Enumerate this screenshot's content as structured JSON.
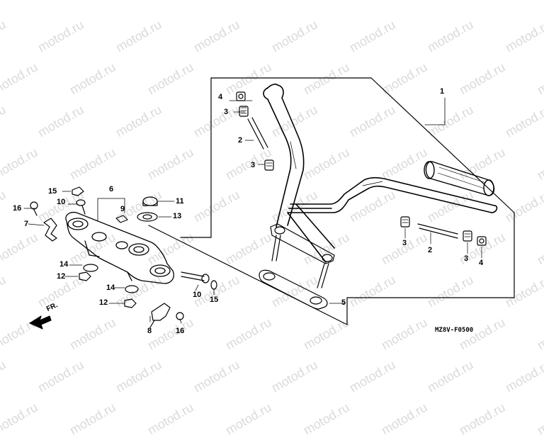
{
  "watermark": "motod.ru",
  "diagram_code": "MZ8V-F0500",
  "front_marker": "FR.",
  "callouts": {
    "c1": "1",
    "c2a": "2",
    "c2b": "2",
    "c3a": "3",
    "c3b": "3",
    "c3c": "3",
    "c3d": "3",
    "c4a": "4",
    "c4b": "4",
    "c5": "5",
    "c6": "6",
    "c7": "7",
    "c8": "8",
    "c9": "9",
    "c10a": "10",
    "c10b": "10",
    "c11": "11",
    "c12a": "12",
    "c12b": "12",
    "c13": "13",
    "c14a": "14",
    "c14b": "14",
    "c15a": "15",
    "c15b": "15",
    "c16a": "16",
    "c16b": "16"
  }
}
